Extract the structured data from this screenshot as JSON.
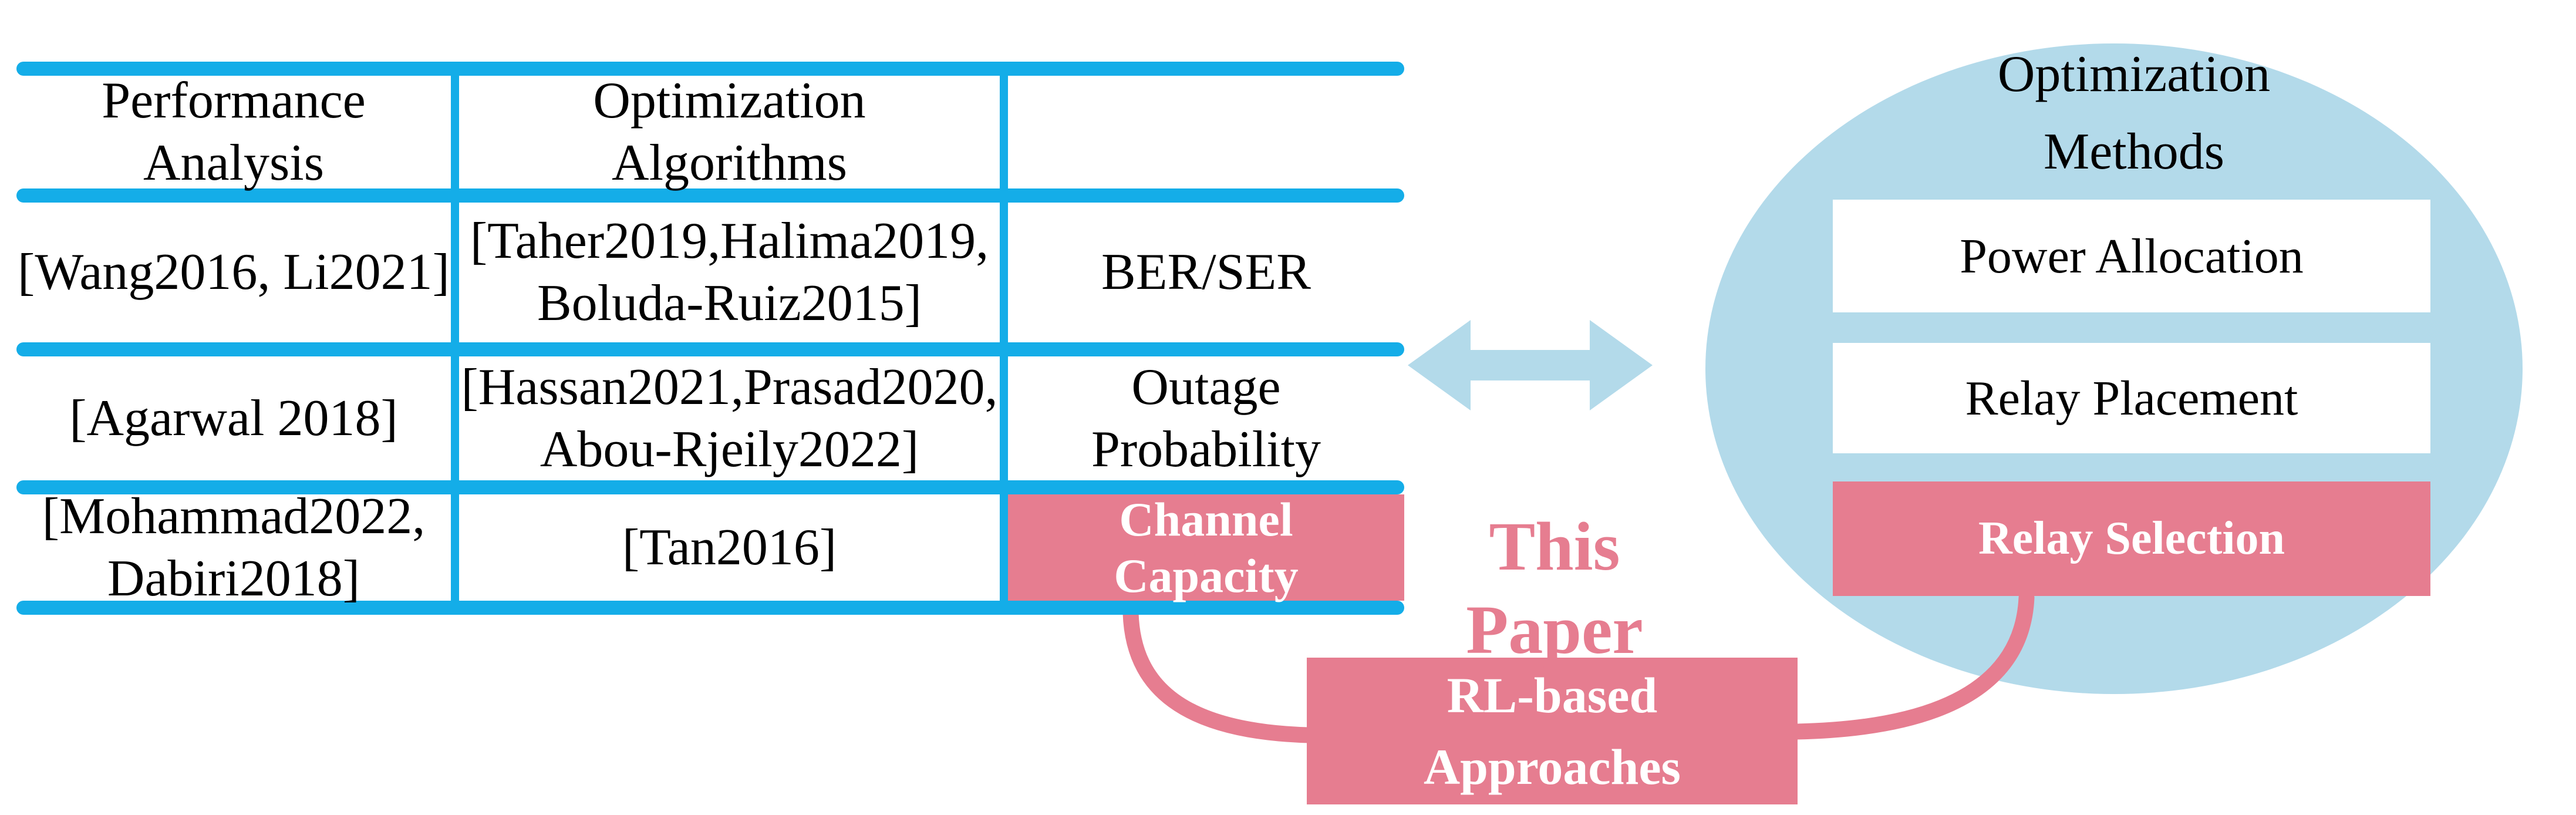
{
  "figure": {
    "type": "literature-comparison-diagram",
    "table": {
      "header": {
        "col1": "Performance\nAnalysis",
        "col2": "Optimization\nAlgorithms",
        "col3": ""
      },
      "rows": [
        {
          "col1": "[Wang2016, Li2021]",
          "col2": "[Taher2019,Halima2019,\nBoluda-Ruiz2015]",
          "col3": "BER/SER",
          "highlighted_metric": false
        },
        {
          "col1": "[Agarwal 2018]",
          "col2": "[Hassan2021,Prasad2020,\nAbou-Rjeily2022]",
          "col3": "Outage\nProbability",
          "highlighted_metric": false
        },
        {
          "col1": "[Mohammad2022,\nDabiri2018]",
          "col2": "[Tan2016]",
          "col3": "Channel\nCapacity",
          "highlighted_metric": true
        }
      ]
    },
    "this_paper_label": "This\nPaper",
    "rl_box_label": "RL-based\nApproaches",
    "ellipse": {
      "title": "Optimization\nMethods",
      "items": [
        {
          "label": "Power Allocation",
          "highlighted": false
        },
        {
          "label": "Relay Placement",
          "highlighted": false
        },
        {
          "label": "Relay Selection",
          "highlighted": true
        }
      ]
    },
    "colors": {
      "table_line_cyan": "#14ADE8",
      "highlight_pink": "#E67D90",
      "light_blue": "#B3DAEA",
      "text_black": "#000000",
      "text_white": "#FFFFFF"
    }
  }
}
